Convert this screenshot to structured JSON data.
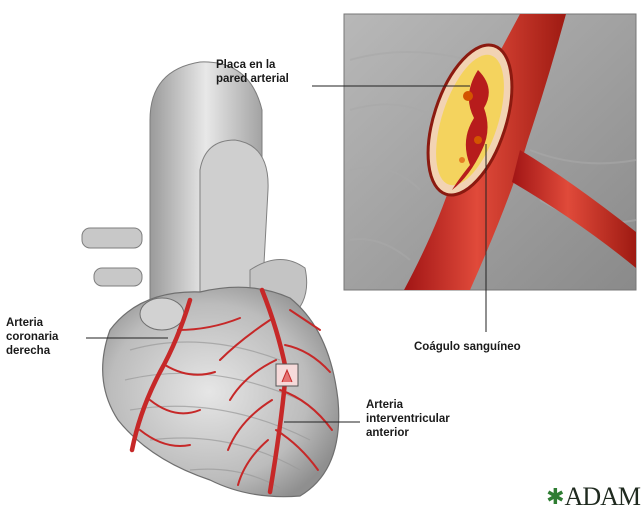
{
  "labels": {
    "placa_line1": "Placa en la",
    "placa_line2": "pared arterial",
    "coagulo": "Coágulo sanguíneo",
    "derecha_line1": "Arteria",
    "derecha_line2": "coronaria",
    "derecha_line3": "derecha",
    "anterior_line1": "Arteria",
    "anterior_line2": "interventricular",
    "anterior_line3": "anterior"
  },
  "brand": {
    "text": "ADAM",
    "icon": "adam-star-icon"
  },
  "colors": {
    "artery": "#c62828",
    "artery_highlight": "#ef5350",
    "plaque": "#f4d35e",
    "heart_gray": "#bdbdbd",
    "inset_bg": "#9e9e9e",
    "leader_line": "#222222"
  }
}
